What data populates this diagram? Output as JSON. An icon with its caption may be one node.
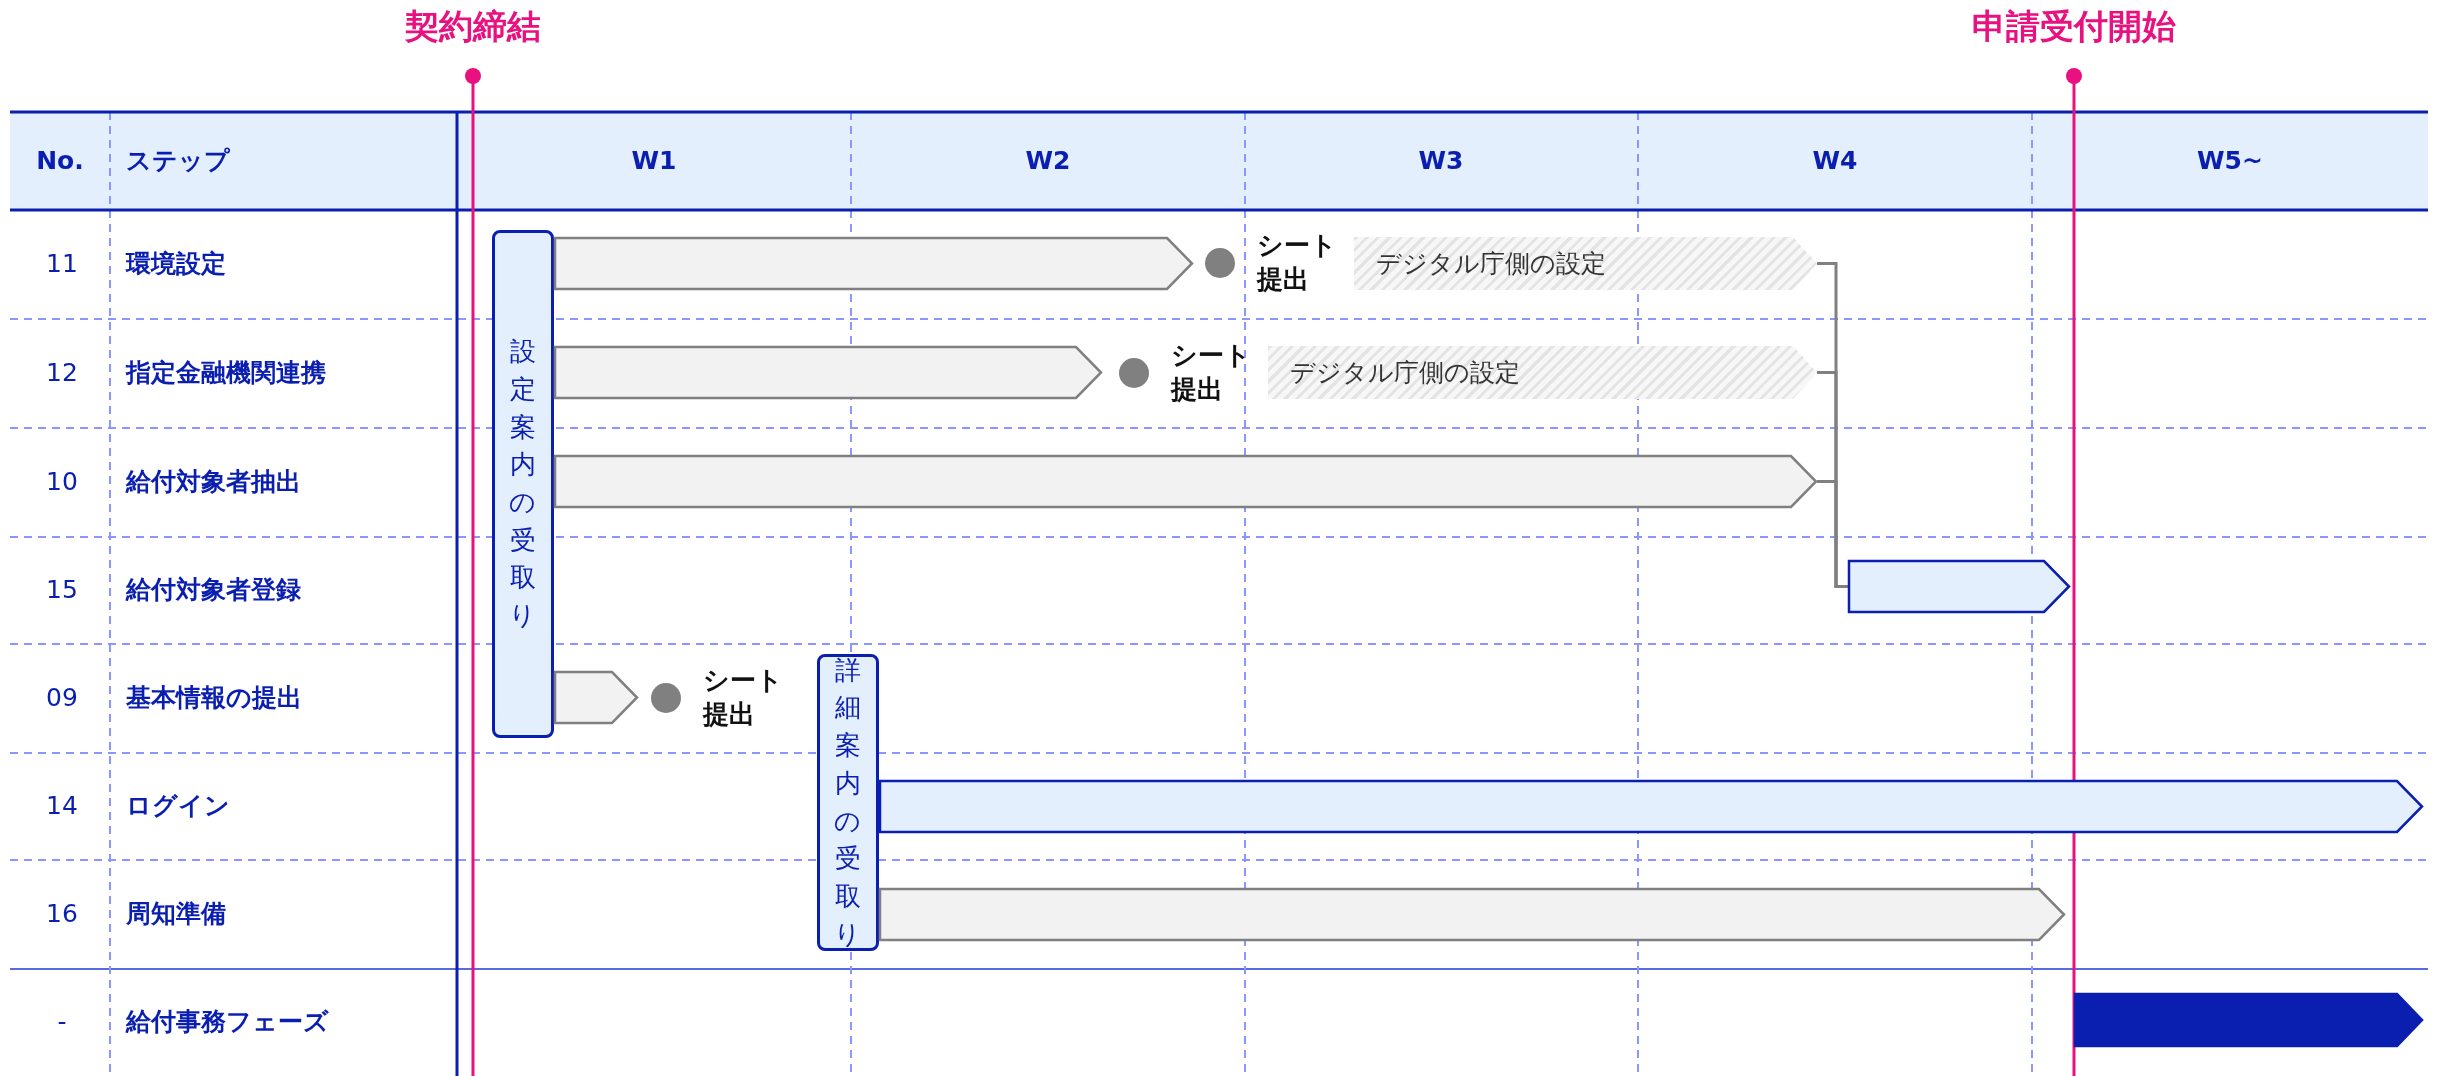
{
  "diagram": {
    "nodes": [
      {
        "text": [
          "設定案内の受取り"
        ]
      },
      {
        "text": [],
        "shape": "bar"
      },
      {
        "text": [],
        "shape": "circle",
        "beside": [
          "シート提出"
        ]
      },
      {
        "text": [
          "デジタル庁側の設定"
        ]
      },
      {
        "text": [],
        "shape": "bar"
      },
      {
        "text": [],
        "shape": "circle",
        "beside": [
          "シート提出"
        ]
      },
      {
        "text": [
          "デジタル庁側の設定"
        ]
      },
      {
        "text": [],
        "shape": "bar"
      },
      {
        "text": [],
        "shape": "bar"
      },
      {
        "text": [],
        "shape": "bar"
      },
      {
        "text": [],
        "shape": "circle",
        "beside": [
          "シート提出"
        ]
      },
      {
        "text": [
          "詳細案内の受取り"
        ]
      },
      {
        "text": [],
        "shape": "bar"
      },
      {
        "text": [],
        "shape": "bar"
      },
      {
        "text": [],
        "shape": "bar"
      }
    ],
    "edges": [
      {
        "from": 3,
        "to": 8,
        "arrow": "none"
      },
      {
        "from": 6,
        "to": 8,
        "arrow": "none"
      },
      {
        "from": 7,
        "to": 8,
        "arrow": "none"
      }
    ],
    "labels": [
      "契約締結",
      "申請受付開始",
      "No.",
      "ステップ",
      "W1",
      "W2",
      "W3",
      "W4",
      "W5~",
      "11",
      "環境設定",
      "12",
      "指定金融機関連携",
      "10",
      "給付対象者抽出",
      "15",
      "給付対象者登録",
      "09",
      "基本情報の提出",
      "14",
      "ログイン",
      "16",
      "周知準備",
      "-",
      "給付事務フェーズ"
    ]
  }
}
